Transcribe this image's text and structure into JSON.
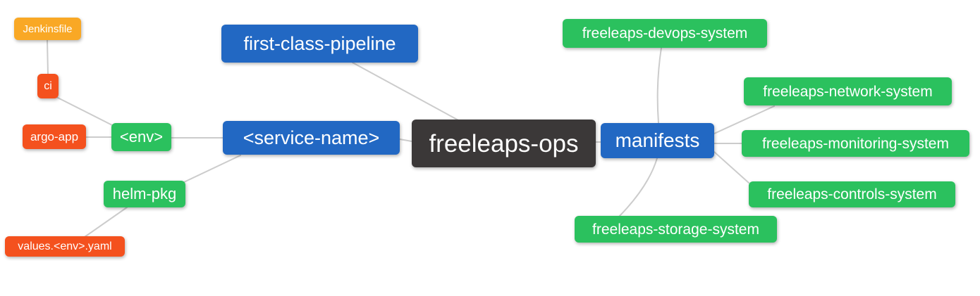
{
  "mindmap": {
    "nodes": {
      "freeleaps_ops": {
        "label": "freeleaps-ops",
        "level": "root"
      },
      "first_class_pipeline": {
        "label": "first-class-pipeline",
        "level": 1
      },
      "service_name": {
        "label": "<service-name>",
        "level": 1
      },
      "manifests": {
        "label": "manifests",
        "level": 1
      },
      "env": {
        "label": "<env>",
        "level": 2
      },
      "helm_pkg": {
        "label": "helm-pkg",
        "level": 2
      },
      "ci": {
        "label": "ci",
        "level": 3
      },
      "argo_app": {
        "label": "argo-app",
        "level": 3
      },
      "jenkinsfile": {
        "label": "Jenkinsfile",
        "level": 4
      },
      "values_env_yaml": {
        "label": "values.<env>.yaml",
        "level": 3
      },
      "devops_system": {
        "label": "freeleaps-devops-system",
        "level": 2
      },
      "network_system": {
        "label": "freeleaps-network-system",
        "level": 2
      },
      "monitoring_system": {
        "label": "freeleaps-monitoring-system",
        "level": 2
      },
      "controls_system": {
        "label": "freeleaps-controls-system",
        "level": 2
      },
      "storage_system": {
        "label": "freeleaps-storage-system",
        "level": 2
      }
    },
    "edges": [
      [
        "jenkinsfile",
        "ci"
      ],
      [
        "ci",
        "env"
      ],
      [
        "argo_app",
        "env"
      ],
      [
        "env",
        "service_name"
      ],
      [
        "helm_pkg",
        "service_name"
      ],
      [
        "values_env_yaml",
        "helm_pkg"
      ],
      [
        "service_name",
        "freeleaps_ops"
      ],
      [
        "first_class_pipeline",
        "freeleaps_ops"
      ],
      [
        "freeleaps_ops",
        "manifests"
      ],
      [
        "manifests",
        "devops_system"
      ],
      [
        "manifests",
        "network_system"
      ],
      [
        "manifests",
        "monitoring_system"
      ],
      [
        "manifests",
        "controls_system"
      ],
      [
        "manifests",
        "storage_system"
      ]
    ],
    "colors": {
      "root": "#3B3838",
      "branch_blue": "#2268C3",
      "leaf_green": "#2BC15E",
      "leaf_red": "#F4511E",
      "leaf_orange": "#F9A825",
      "edge": "#CCCCCC",
      "text": "#FFFFFF",
      "background": "#FFFFFF"
    }
  }
}
